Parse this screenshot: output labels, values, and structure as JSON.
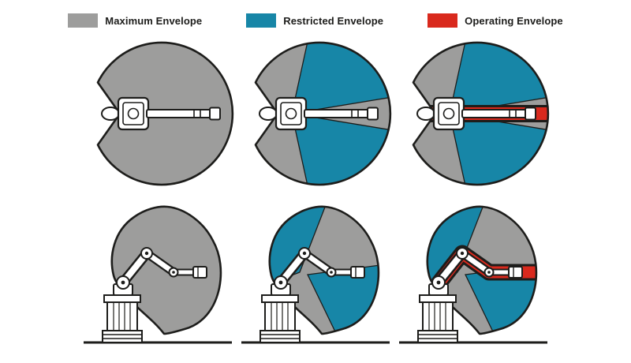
{
  "colors": {
    "gray": "#9d9d9c",
    "teal": "#1786a7",
    "red": "#d9291d",
    "line": "#1d1d1b",
    "white": "#ffffff",
    "bg": "#ffffff"
  },
  "legend": {
    "items": [
      {
        "id": "maximum",
        "label": "Maximum Envelope",
        "color": "#9d9d9c"
      },
      {
        "id": "restricted",
        "label": "Restricted Envelope",
        "color": "#1786a7"
      },
      {
        "id": "operating",
        "label": "Operating Envelope",
        "color": "#d9291d"
      }
    ]
  }
}
